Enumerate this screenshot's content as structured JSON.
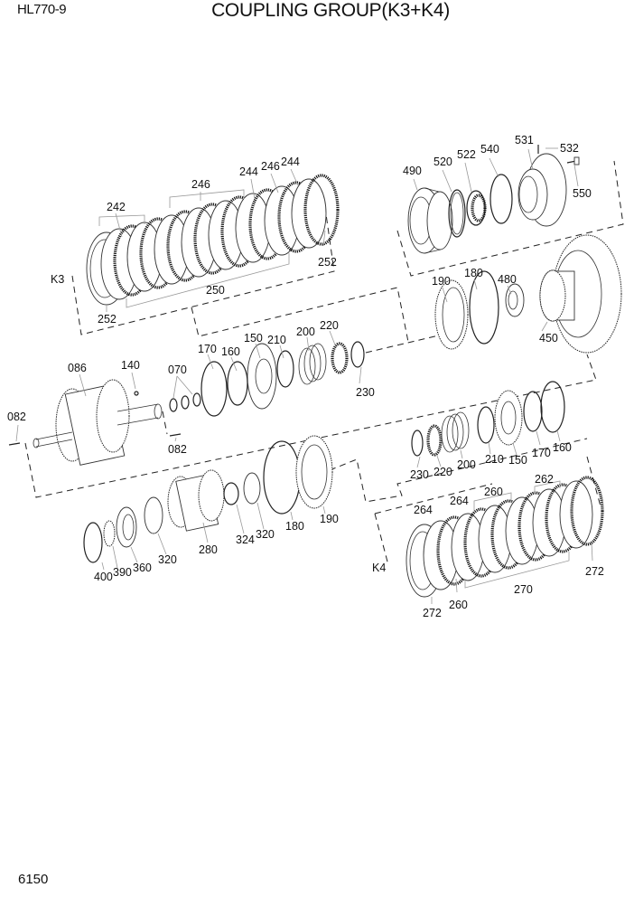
{
  "header": {
    "model": "HL770-9",
    "title": "COUPLING GROUP(K3+K4)"
  },
  "footer": {
    "page_number": "6150"
  },
  "groups": {
    "k3": "K3",
    "k4": "K4"
  },
  "labels": {
    "p242": "242",
    "p246a": "246",
    "p244a": "244",
    "p246b": "246",
    "p244b": "244",
    "p252a": "252",
    "p250": "250",
    "p252b": "252",
    "p490": "490",
    "p520": "520",
    "p522": "522",
    "p540": "540",
    "p531": "531",
    "p532": "532",
    "p550": "550",
    "p190a": "190",
    "p180a": "180",
    "p480": "480",
    "p450": "450",
    "p170a": "170",
    "p160a": "160",
    "p150a": "150",
    "p210a": "210",
    "p200a": "200",
    "p220a": "220",
    "p230a": "230",
    "p086": "086",
    "p140": "140",
    "p070": "070",
    "p082a": "082",
    "p082b": "082",
    "p230b": "230",
    "p220b": "220",
    "p200b": "200",
    "p210b": "210",
    "p150b": "150",
    "p170b": "170",
    "p160b": "160",
    "p400": "400",
    "p390": "390",
    "p360": "360",
    "p320a": "320",
    "p280": "280",
    "p324": "324",
    "p320b": "320",
    "p180b": "180",
    "p190b": "190",
    "p264a": "264",
    "p264b": "264",
    "p260a": "260",
    "p262": "262",
    "p272a": "272",
    "p270": "270",
    "p260b": "260",
    "p272b": "272"
  }
}
